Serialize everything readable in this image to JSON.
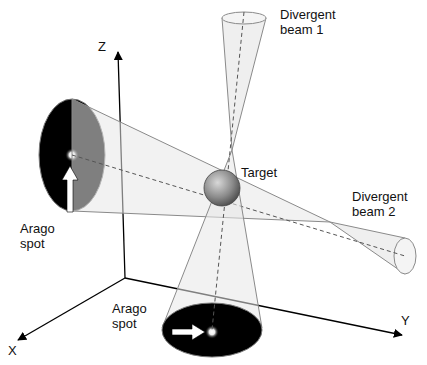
{
  "diagram": {
    "labels": [
      "Z",
      "Divergent beam 1",
      "Target",
      "Divergent beam 2",
      "Arago spot",
      "X",
      "Arago spot",
      "Y"
    ]
  }
}
